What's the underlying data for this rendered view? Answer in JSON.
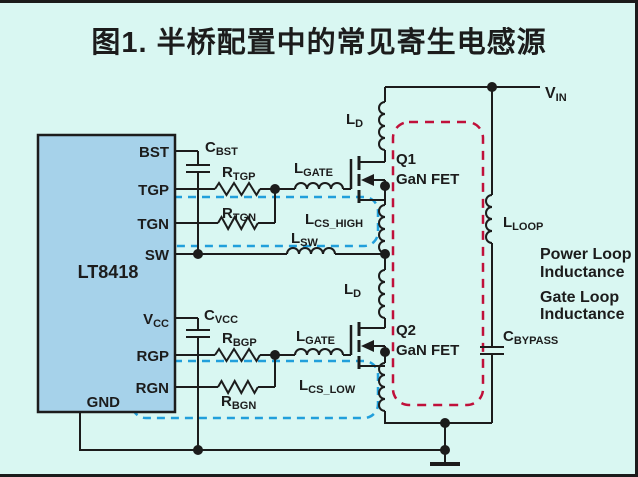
{
  "title": "图1. 半桥配置中的常见寄生电感源",
  "chip": {
    "name": "LT8418",
    "pins": {
      "bst": "BST",
      "tgp": "TGP",
      "tgn": "TGN",
      "sw": "SW",
      "vcc": {
        "main": "V",
        "sub": "CC"
      },
      "rgp": "RGP",
      "rgn": "RGN",
      "gnd": "GND"
    }
  },
  "labels": {
    "c_bst": {
      "main": "C",
      "sub": "BST"
    },
    "r_tgp": {
      "main": "R",
      "sub": "TGP"
    },
    "r_tgn": {
      "main": "R",
      "sub": "TGN"
    },
    "l_gate_top": {
      "main": "L",
      "sub": "GATE"
    },
    "l_cs_high": {
      "main": "L",
      "sub": "CS_HIGH"
    },
    "l_sw": {
      "main": "L",
      "sub": "SW"
    },
    "l_d_q1": {
      "main": "L",
      "sub": "D"
    },
    "q1": {
      "name": "Q1",
      "type": "GaN FET"
    },
    "v_in": {
      "main": "V",
      "sub": "IN"
    },
    "l_loop": {
      "main": "L",
      "sub": "LOOP"
    },
    "c_vcc": {
      "main": "C",
      "sub": "VCC"
    },
    "r_bgp": {
      "main": "R",
      "sub": "BGP"
    },
    "r_bgn": {
      "main": "R",
      "sub": "BGN"
    },
    "l_gate_bot": {
      "main": "L",
      "sub": "GATE"
    },
    "l_cs_low": {
      "main": "L",
      "sub": "CS_LOW"
    },
    "l_d_q2": {
      "main": "L",
      "sub": "D"
    },
    "q2": {
      "name": "Q2",
      "type": "GaN FET"
    },
    "c_bypass": {
      "main": "C",
      "sub": "BYPASS"
    }
  },
  "legend": {
    "power_loop": {
      "line1": "Power Loop",
      "line2": "Inductance"
    },
    "gate_loop": {
      "line1": "Gate Loop",
      "line2": "Inductance"
    }
  },
  "colors": {
    "background": "#d9f7f2",
    "chip_fill": "#a6d2ea",
    "wire": "#1c1c1c",
    "title_blue": "#2144dd",
    "gate_loop_blue": "#219fdb",
    "power_loop_red": "#c0103a"
  }
}
